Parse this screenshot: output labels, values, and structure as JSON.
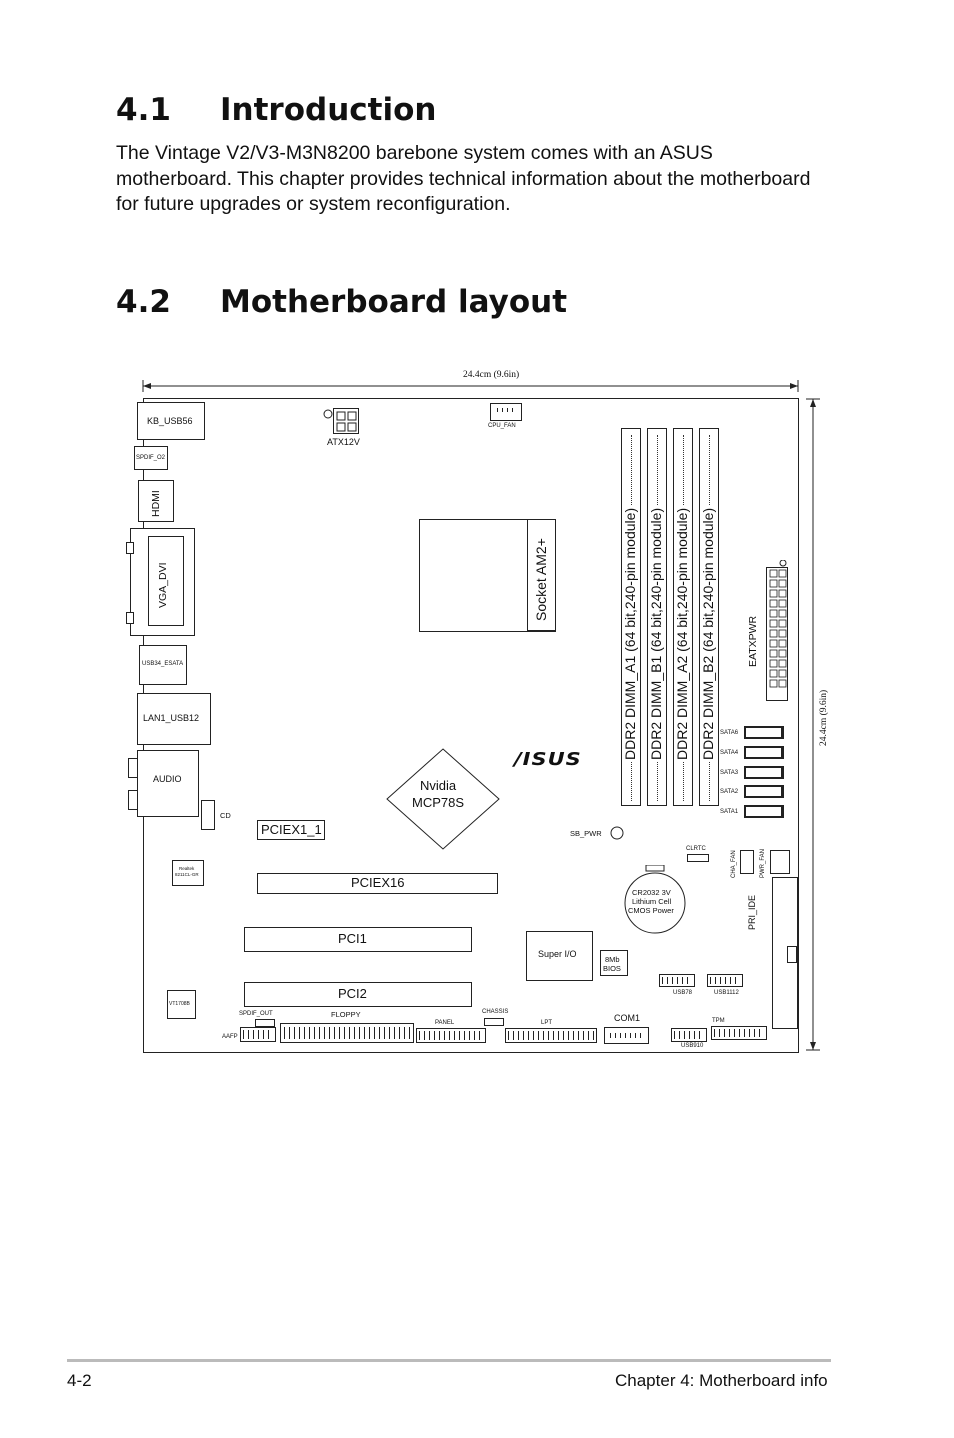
{
  "section1": {
    "number": "4.1",
    "title": "Introduction"
  },
  "intro_lines": [
    "The Vintage V2/V3-M3N8200 barebone system comes with an ASUS",
    "motherboard. This chapter provides technical information about the motherboard",
    "for future upgrades or system reconfiguration."
  ],
  "section2": {
    "number": "4.2",
    "title": "Motherboard layout"
  },
  "diagram": {
    "dim_width": "24.4cm (9.6in)",
    "dim_height": "24.4cm (9.6in)",
    "kb_usb56": "KB_USB56",
    "spdif_o2": "SPDIF_O2",
    "hdmi": "HDMI",
    "vga_dvi": "VGA_DVI",
    "usb34_esata": "USB34_ESATA",
    "lan1_usb12": "LAN1_USB12",
    "audio": "AUDIO",
    "cd": "CD",
    "atx12v": "ATX12V",
    "cpu_fan": "CPU_FAN",
    "socket": "Socket AM2+",
    "dimm_a1": "DDR2 DIMM_A1 (64 bit,240-pin module)",
    "dimm_b1": "DDR2 DIMM_B1 (64 bit,240-pin module)",
    "dimm_a2": "DDR2 DIMM_A2 (64 bit,240-pin module)",
    "dimm_b2": "DDR2 DIMM_B2 (64 bit,240-pin module)",
    "eatxpwr": "EATXPWR",
    "sata": [
      "SATA6",
      "SATA4",
      "SATA3",
      "SATA2",
      "SATA1"
    ],
    "brand": "/ISUS",
    "chipset_line1": "Nvidia",
    "chipset_line2": "MCP78S",
    "pciex1": "PCIEX1_1",
    "pciex16": "PCIEX16",
    "pci1": "PCI1",
    "pci2": "PCI2",
    "sb_pwr": "SB_PWR",
    "clrtc": "CLRTC",
    "cha_fan": "CHA_FAN",
    "pwr_fan": "PWR_FAN",
    "pri_ide": "PRI_IDE",
    "battery_line1": "CR2032 3V",
    "battery_line2": "Lithium Cell",
    "battery_line3": "CMOS Power",
    "super_io": "Super I/O",
    "bios_line1": "8Mb",
    "bios_line2": "BIOS",
    "usb78": "USB78",
    "usb1112": "USB1112",
    "realtek_line1": "Realtek",
    "realtek_line2": "8211CL-GR",
    "vt1708b": "VT1708B",
    "spdif_out": "SPDIF_OUT",
    "aafp": "AAFP",
    "floppy": "FLOPPY",
    "panel": "PANEL",
    "chassis": "CHASSIS",
    "lpt": "LPT",
    "com1": "COM1",
    "tpm": "TPM",
    "usb910": "USB910"
  },
  "footer": {
    "page": "4-2",
    "chapter": "Chapter 4: Motherboard info"
  }
}
